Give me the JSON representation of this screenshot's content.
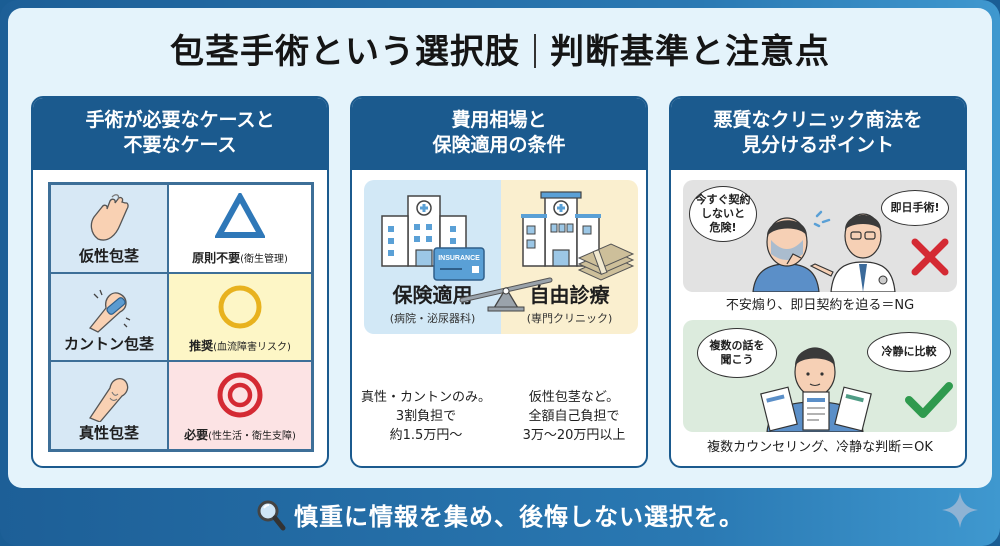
{
  "title": {
    "left": "包茎手術という選択肢",
    "right": "判断基準と注意点"
  },
  "panels": [
    {
      "heading_line1": "手術が必要なケースと",
      "heading_line2": "不要なケース",
      "rows": [
        {
          "type": "仮性包茎",
          "symbol": "triangle",
          "verdict": "原則不要",
          "note": "(衛生管理)",
          "color": "#2f78b8"
        },
        {
          "type": "カントン包茎",
          "symbol": "circle",
          "verdict": "推奨",
          "note": "(血流障害リスク)",
          "color": "#e8b21e"
        },
        {
          "type": "真性包茎",
          "symbol": "double-circle",
          "verdict": "必要",
          "note": "(性生活・衛生支障)",
          "color": "#d42a33"
        }
      ]
    },
    {
      "heading_line1": "費用相場と",
      "heading_line2": "保険適用の条件",
      "insurance_card_label": "INSURANCE",
      "left": {
        "category": "保険適用",
        "sub": "(病院・泌尿器科)",
        "desc_line1": "真性・カントンのみ。",
        "desc_line2": "3割負担で",
        "desc_line3": "約1.5万円〜"
      },
      "right": {
        "category": "自由診療",
        "sub": "(専門クリニック)",
        "desc_line1": "仮性包茎など。",
        "desc_line2": "全額自己負担で",
        "desc_line3": "3万〜20万円以上"
      }
    },
    {
      "heading_line1": "悪質なクリニック商法を",
      "heading_line2": "見分けるポイント",
      "ng": {
        "bubble_patient_1": "今すぐ契約",
        "bubble_patient_2": "しないと",
        "bubble_patient_3": "危険!",
        "bubble_doctor": "即日手術!",
        "caption": "不安煽り、即日契約を迫る＝NG"
      },
      "ok": {
        "bubble_left_1": "複数の話を",
        "bubble_left_2": "聞こう",
        "bubble_right": "冷静に比較",
        "caption": "複数カウンセリング、冷静な判断＝OK"
      }
    }
  ],
  "footer": {
    "message": "慎重に情報を集め、後悔しない選択を。"
  },
  "colors": {
    "navy": "#1b5a8e",
    "background": "#e4f3fb",
    "ng_red": "#d42a33",
    "ok_green": "#2f9a4e"
  }
}
